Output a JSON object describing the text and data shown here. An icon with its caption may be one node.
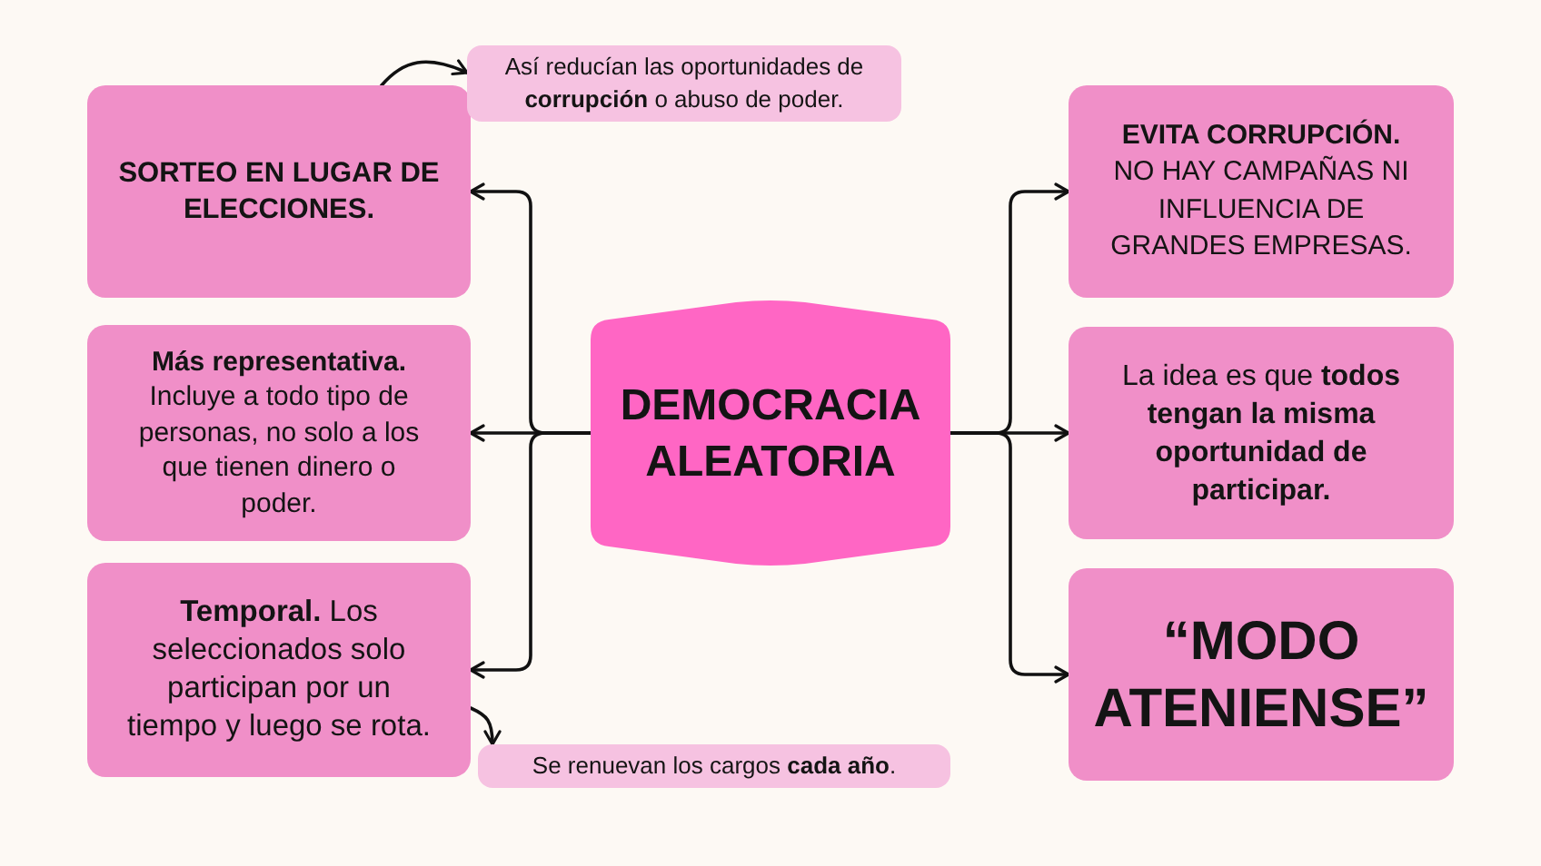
{
  "diagram": {
    "nodes": [
      {
        "text": [
          "DEMOCRACIA ALEATORIA"
        ]
      },
      {
        "text": [
          "SORTEO EN LUGAR DE ELECCIONES."
        ]
      },
      {
        "text": [
          "Así reducían las oportunidades de **corrupción** o abuso de poder."
        ]
      },
      {
        "text": [
          "**Más representativa.** Incluye a todo tipo de personas, no solo a los que tienen dinero o poder."
        ]
      },
      {
        "text": [
          "**Temporal.** Los seleccionados solo participan por un tiempo y luego se rota."
        ]
      },
      {
        "text": [
          "Se renuevan los cargos **cada año**."
        ]
      },
      {
        "text": [
          "**EVITA CORRUPCIÓN.** NO HAY CAMPAÑAS NI INFLUENCIA DE GRANDES EMPRESAS."
        ]
      },
      {
        "text": [
          "La idea es que **todos tengan la misma oportunidad de participar.**"
        ]
      },
      {
        "text": [
          "“MODO ATENIENSE”"
        ]
      }
    ],
    "edges": [
      {
        "from": 0,
        "to": 1,
        "arrow": "to"
      },
      {
        "from": 0,
        "to": 3,
        "arrow": "to"
      },
      {
        "from": 0,
        "to": 4,
        "arrow": "to"
      },
      {
        "from": 0,
        "to": 6,
        "arrow": "to"
      },
      {
        "from": 0,
        "to": 7,
        "arrow": "to"
      },
      {
        "from": 0,
        "to": 8,
        "arrow": "to"
      },
      {
        "from": 1,
        "to": 2,
        "arrow": "to"
      },
      {
        "from": 4,
        "to": 5,
        "arrow": "to"
      }
    ]
  }
}
